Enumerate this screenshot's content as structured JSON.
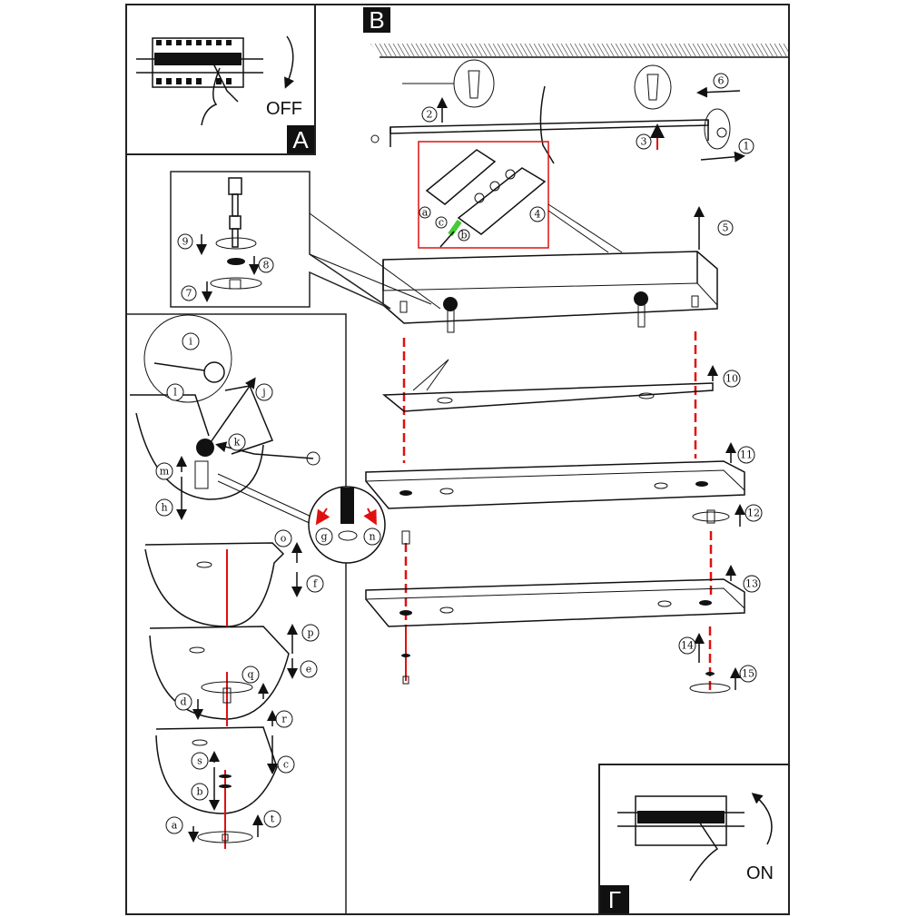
{
  "panels": {
    "a": {
      "label": "A",
      "switch_text": "OFF"
    },
    "b": {
      "label": "B"
    },
    "c": {
      "label": "Γ",
      "switch_text": "ON"
    }
  },
  "steps": [
    "1",
    "2",
    "3",
    "4",
    "5",
    "6",
    "7",
    "8",
    "9",
    "10",
    "11",
    "12",
    "13",
    "14",
    "15"
  ],
  "wiring_letters": [
    "a",
    "c",
    "b"
  ],
  "detail_letters": [
    "i",
    "l",
    "j",
    "k",
    "m",
    "h",
    "g",
    "n",
    "o",
    "f",
    "p",
    "e",
    "q",
    "d",
    "r",
    "c",
    "s",
    "b",
    "a",
    "t"
  ],
  "colors": {
    "highlight": "#e01010",
    "wire": "#44cc33",
    "line": "#111111"
  }
}
